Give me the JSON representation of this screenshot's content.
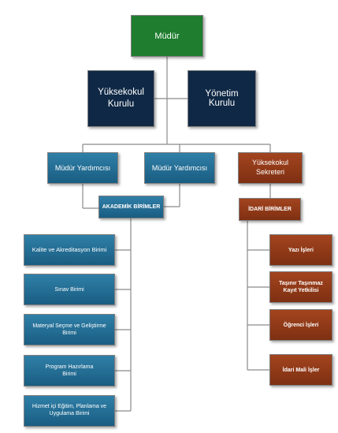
{
  "chart": {
    "director": "Müdür",
    "board_1": "Yüksekokul Kurulu",
    "board_2": "Yönetim Kurulu",
    "deputy_1": "Müdür Yardımcısı",
    "deputy_2": "Müdür Yardımcısı",
    "secretary": "Yüksekokul Sekreteri",
    "academic_units": "AKADEMİK BİRİMLER",
    "admin_units": "İDARİ BİRİMLER",
    "academic_items": [
      "Kalite ve Akreditasyon Birimi",
      "Sınav Birimi",
      "Materyal Seçme ve Geliştirme Birimi",
      "Program Hazırlama Birimi",
      "Hizmet içi Eğitim, Planlama ve Uygulama Birimi"
    ],
    "admin_items": [
      "Yazı İşleri",
      "Taşınır Taşınmaz Kayıt Yetkilisi",
      "Öğrenci İşleri",
      "İdari Mali İşler"
    ]
  },
  "colors": {
    "director": "#1e7d2e",
    "boards": "#0f2845",
    "academic": "#1f6a92",
    "administrative": "#8e3817"
  }
}
